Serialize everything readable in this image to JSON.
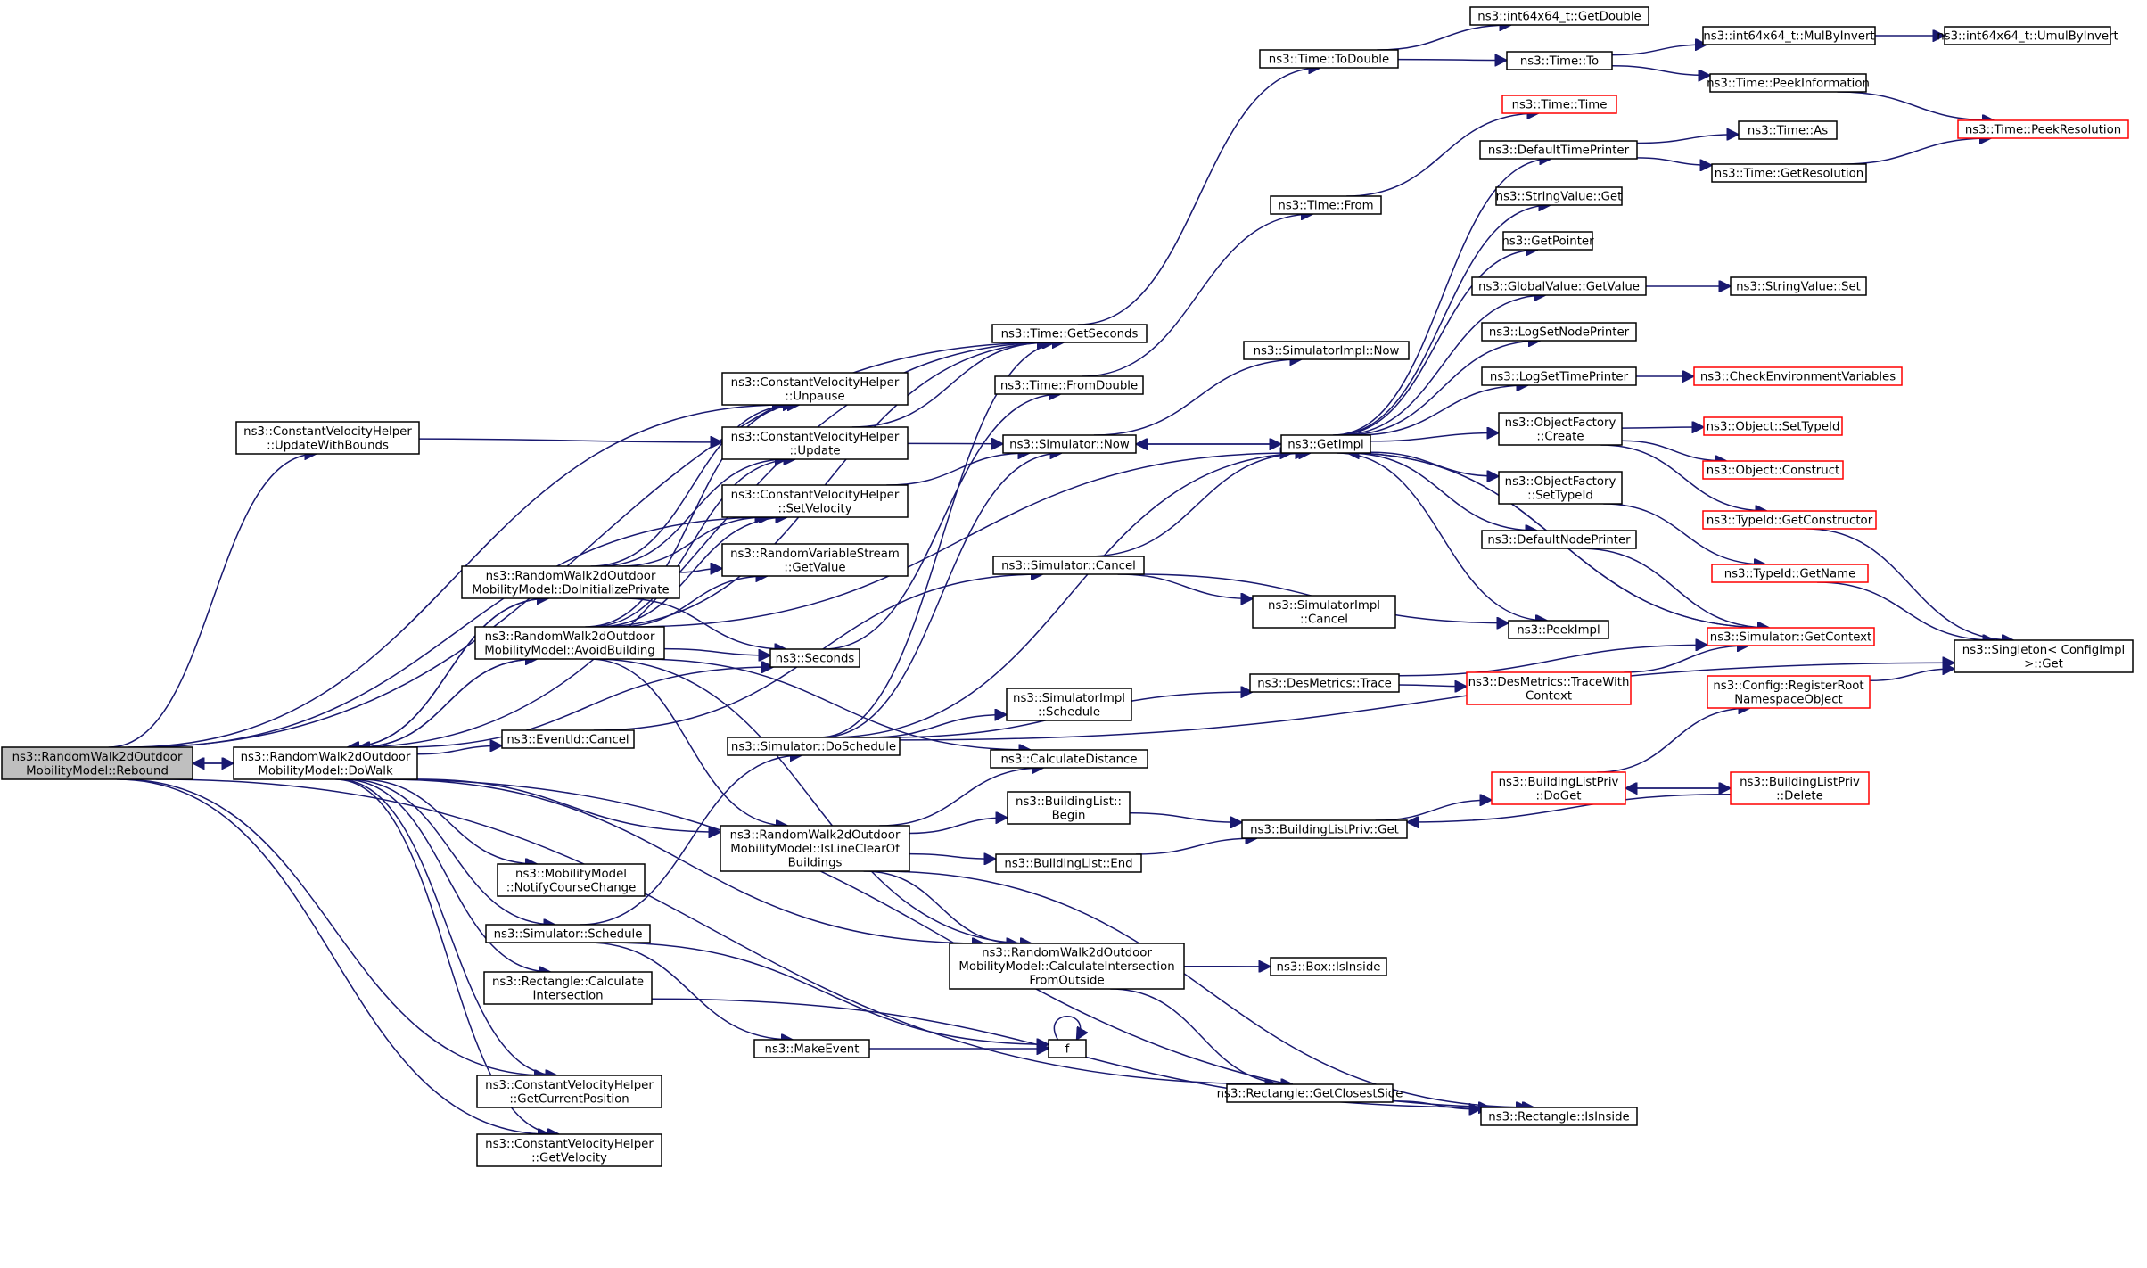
{
  "graph": {
    "title": "",
    "root": "rebound",
    "colors": {
      "edge": "#191970",
      "root_fill": "#bfbfbf",
      "truncated_border": "#ff0000",
      "node_border": "#000000"
    },
    "nodes": [
      {
        "id": "rebound",
        "lines": [
          "ns3::RandomWalk2dOutdoor",
          "MobilityModel::Rebound"
        ],
        "style": "root"
      },
      {
        "id": "dowalk",
        "lines": [
          "ns3::RandomWalk2dOutdoor",
          "MobilityModel::DoWalk"
        ]
      },
      {
        "id": "cvh_updatewithbounds",
        "lines": [
          "ns3::ConstantVelocityHelper",
          "::UpdateWithBounds"
        ]
      },
      {
        "id": "doinitialize",
        "lines": [
          "ns3::RandomWalk2dOutdoor",
          "MobilityModel::DoInitializePrivate"
        ]
      },
      {
        "id": "avoidbuilding",
        "lines": [
          "ns3::RandomWalk2dOutdoor",
          "MobilityModel::AvoidBuilding"
        ]
      },
      {
        "id": "mm_notify",
        "lines": [
          "ns3::MobilityModel",
          "::NotifyCourseChange"
        ]
      },
      {
        "id": "sim_schedule",
        "lines": [
          "ns3::Simulator::Schedule"
        ]
      },
      {
        "id": "rect_calcint",
        "lines": [
          "ns3::Rectangle::Calculate",
          "Intersection"
        ]
      },
      {
        "id": "cvh_getcurpos",
        "lines": [
          "ns3::ConstantVelocityHelper",
          "::GetCurrentPosition"
        ]
      },
      {
        "id": "cvh_getvel",
        "lines": [
          "ns3::ConstantVelocityHelper",
          "::GetVelocity"
        ]
      },
      {
        "id": "eventid_cancel",
        "lines": [
          "ns3::EventId::Cancel"
        ]
      },
      {
        "id": "time_getseconds",
        "lines": [
          "ns3::Time::GetSeconds"
        ]
      },
      {
        "id": "cvh_unpause",
        "lines": [
          "ns3::ConstantVelocityHelper",
          "::Unpause"
        ]
      },
      {
        "id": "cvh_update",
        "lines": [
          "ns3::ConstantVelocityHelper",
          "::Update"
        ]
      },
      {
        "id": "cvh_setvel",
        "lines": [
          "ns3::ConstantVelocityHelper",
          "::SetVelocity"
        ]
      },
      {
        "id": "rvs_getvalue",
        "lines": [
          "ns3::RandomVariableStream",
          "::GetValue"
        ]
      },
      {
        "id": "seconds",
        "lines": [
          "ns3::Seconds"
        ]
      },
      {
        "id": "sim_doschedule",
        "lines": [
          "ns3::Simulator::DoSchedule"
        ]
      },
      {
        "id": "calcdistance",
        "lines": [
          "ns3::CalculateDistance"
        ]
      },
      {
        "id": "islineclear",
        "lines": [
          "ns3::RandomWalk2dOutdoor",
          "MobilityModel::IsLineClearOf",
          "Buildings"
        ]
      },
      {
        "id": "calcintfromoutside",
        "lines": [
          "ns3::RandomWalk2dOutdoor",
          "MobilityModel::CalculateIntersection",
          "FromOutside"
        ]
      },
      {
        "id": "makeevent",
        "lines": [
          "ns3::MakeEvent"
        ]
      },
      {
        "id": "f",
        "lines": [
          "f"
        ]
      },
      {
        "id": "time_todouble",
        "lines": [
          "ns3::Time::ToDouble"
        ]
      },
      {
        "id": "time_fromdouble",
        "lines": [
          "ns3::Time::FromDouble"
        ]
      },
      {
        "id": "sim_now",
        "lines": [
          "ns3::Simulator::Now"
        ]
      },
      {
        "id": "sim_cancel",
        "lines": [
          "ns3::Simulator::Cancel"
        ]
      },
      {
        "id": "simimpl_schedule",
        "lines": [
          "ns3::SimulatorImpl",
          "::Schedule"
        ]
      },
      {
        "id": "bl_begin",
        "lines": [
          "ns3::BuildingList::",
          "Begin"
        ]
      },
      {
        "id": "bl_end",
        "lines": [
          "ns3::BuildingList::End"
        ]
      },
      {
        "id": "int64_getdouble",
        "lines": [
          "ns3::int64x64_t::GetDouble"
        ]
      },
      {
        "id": "time_to",
        "lines": [
          "ns3::Time::To"
        ]
      },
      {
        "id": "time_time",
        "lines": [
          "ns3::Time::Time"
        ],
        "style": "truncated"
      },
      {
        "id": "time_from",
        "lines": [
          "ns3::Time::From"
        ]
      },
      {
        "id": "simimpl_now",
        "lines": [
          "ns3::SimulatorImpl::Now"
        ]
      },
      {
        "id": "getimpl",
        "lines": [
          "ns3::GetImpl"
        ]
      },
      {
        "id": "simimpl_cancel",
        "lines": [
          "ns3::SimulatorImpl",
          "::Cancel"
        ]
      },
      {
        "id": "desmetrics_trace",
        "lines": [
          "ns3::DesMetrics::Trace"
        ]
      },
      {
        "id": "blpriv_get",
        "lines": [
          "ns3::BuildingListPriv::Get"
        ]
      },
      {
        "id": "box_isinside",
        "lines": [
          "ns3::Box::IsInside"
        ]
      },
      {
        "id": "rect_getclosest",
        "lines": [
          "ns3::Rectangle::GetClosestSide"
        ]
      },
      {
        "id": "rect_isinside",
        "lines": [
          "ns3::Rectangle::IsInside"
        ]
      },
      {
        "id": "int64_mulbyinvert",
        "lines": [
          "ns3::int64x64_t::MulByInvert"
        ]
      },
      {
        "id": "int64_umulbyinvert",
        "lines": [
          "ns3::int64x64_t::UmulByInvert"
        ]
      },
      {
        "id": "time_peekinfo",
        "lines": [
          "ns3::Time::PeekInformation"
        ]
      },
      {
        "id": "time_peekres",
        "lines": [
          "ns3::Time::PeekResolution"
        ],
        "style": "truncated"
      },
      {
        "id": "defaulttimeprinter",
        "lines": [
          "ns3::DefaultTimePrinter"
        ]
      },
      {
        "id": "time_as",
        "lines": [
          "ns3::Time::As"
        ]
      },
      {
        "id": "time_getres",
        "lines": [
          "ns3::Time::GetResolution"
        ]
      },
      {
        "id": "stringvalue_get",
        "lines": [
          "ns3::StringValue::Get"
        ]
      },
      {
        "id": "getpointer",
        "lines": [
          "ns3::GetPointer"
        ]
      },
      {
        "id": "globalvalue_getvalue",
        "lines": [
          "ns3::GlobalValue::GetValue"
        ]
      },
      {
        "id": "stringvalue_set",
        "lines": [
          "ns3::StringValue::Set"
        ]
      },
      {
        "id": "logsetnodeprinter",
        "lines": [
          "ns3::LogSetNodePrinter"
        ]
      },
      {
        "id": "logsettimeprinter",
        "lines": [
          "ns3::LogSetTimePrinter"
        ]
      },
      {
        "id": "checkenv",
        "lines": [
          "ns3::CheckEnvironmentVariables"
        ],
        "style": "truncated"
      },
      {
        "id": "objfactory_create",
        "lines": [
          "ns3::ObjectFactory",
          "::Create"
        ]
      },
      {
        "id": "object_settypeid",
        "lines": [
          "ns3::Object::SetTypeId"
        ],
        "style": "truncated"
      },
      {
        "id": "object_construct",
        "lines": [
          "ns3::Object::Construct"
        ],
        "style": "truncated"
      },
      {
        "id": "typeid_getconstructor",
        "lines": [
          "ns3::TypeId::GetConstructor"
        ],
        "style": "truncated"
      },
      {
        "id": "objfactory_settypeid",
        "lines": [
          "ns3::ObjectFactory",
          "::SetTypeId"
        ]
      },
      {
        "id": "typeid_getname",
        "lines": [
          "ns3::TypeId::GetName"
        ],
        "style": "truncated"
      },
      {
        "id": "defaultnodeprinter",
        "lines": [
          "ns3::DefaultNodePrinter"
        ]
      },
      {
        "id": "peekimpl",
        "lines": [
          "ns3::PeekImpl"
        ]
      },
      {
        "id": "sim_getcontext",
        "lines": [
          "ns3::Simulator::GetContext"
        ],
        "style": "truncated"
      },
      {
        "id": "singleton_get",
        "lines": [
          "ns3::Singleton< ConfigImpl",
          " >::Get"
        ]
      },
      {
        "id": "desmetrics_tracewith",
        "lines": [
          "ns3::DesMetrics::TraceWith",
          "Context"
        ],
        "style": "truncated"
      },
      {
        "id": "config_registerroot",
        "lines": [
          "ns3::Config::RegisterRoot",
          "NamespaceObject"
        ],
        "style": "truncated"
      },
      {
        "id": "blpriv_doget",
        "lines": [
          "ns3::BuildingListPriv",
          "::DoGet"
        ],
        "style": "truncated"
      },
      {
        "id": "blpriv_delete",
        "lines": [
          "ns3::BuildingListPriv",
          "::Delete"
        ],
        "style": "truncated"
      }
    ],
    "edges": [
      [
        "rebound",
        "dowalk"
      ],
      [
        "rebound",
        "cvh_updatewithbounds"
      ],
      [
        "rebound",
        "time_getseconds"
      ],
      [
        "rebound",
        "cvh_unpause"
      ],
      [
        "rebound",
        "cvh_setvel"
      ],
      [
        "rebound",
        "cvh_getcurpos"
      ],
      [
        "rebound",
        "cvh_getvel"
      ],
      [
        "rebound",
        "rect_getclosest"
      ],
      [
        "dowalk",
        "rebound"
      ],
      [
        "dowalk",
        "doinitialize"
      ],
      [
        "dowalk",
        "avoidbuilding"
      ],
      [
        "dowalk",
        "time_getseconds"
      ],
      [
        "dowalk",
        "seconds"
      ],
      [
        "dowalk",
        "eventid_cancel"
      ],
      [
        "dowalk",
        "islineclear"
      ],
      [
        "dowalk",
        "mm_notify"
      ],
      [
        "dowalk",
        "sim_schedule"
      ],
      [
        "dowalk",
        "rect_calcint"
      ],
      [
        "dowalk",
        "cvh_getcurpos"
      ],
      [
        "dowalk",
        "cvh_getvel"
      ],
      [
        "dowalk",
        "calcintfromoutside"
      ],
      [
        "dowalk",
        "rect_isinside"
      ],
      [
        "cvh_updatewithbounds",
        "cvh_update"
      ],
      [
        "doinitialize",
        "dowalk"
      ],
      [
        "doinitialize",
        "cvh_unpause"
      ],
      [
        "doinitialize",
        "cvh_update"
      ],
      [
        "doinitialize",
        "cvh_setvel"
      ],
      [
        "doinitialize",
        "rvs_getvalue"
      ],
      [
        "doinitialize",
        "seconds"
      ],
      [
        "avoidbuilding",
        "dowalk"
      ],
      [
        "avoidbuilding",
        "time_getseconds"
      ],
      [
        "avoidbuilding",
        "cvh_unpause"
      ],
      [
        "avoidbuilding",
        "cvh_update"
      ],
      [
        "avoidbuilding",
        "cvh_setvel"
      ],
      [
        "avoidbuilding",
        "rvs_getvalue"
      ],
      [
        "avoidbuilding",
        "seconds"
      ],
      [
        "avoidbuilding",
        "calcdistance"
      ],
      [
        "avoidbuilding",
        "islineclear"
      ],
      [
        "avoidbuilding",
        "calcintfromoutside"
      ],
      [
        "avoidbuilding",
        "getimpl"
      ],
      [
        "sim_schedule",
        "sim_doschedule"
      ],
      [
        "sim_schedule",
        "makeevent"
      ],
      [
        "sim_schedule",
        "f"
      ],
      [
        "rect_calcint",
        "rect_isinside"
      ],
      [
        "eventid_cancel",
        "sim_cancel"
      ],
      [
        "time_getseconds",
        "time_todouble"
      ],
      [
        "cvh_update",
        "time_getseconds"
      ],
      [
        "cvh_update",
        "sim_now"
      ],
      [
        "cvh_setvel",
        "sim_now"
      ],
      [
        "seconds",
        "time_fromdouble"
      ],
      [
        "sim_doschedule",
        "time_getseconds"
      ],
      [
        "sim_doschedule",
        "sim_now"
      ],
      [
        "sim_doschedule",
        "simimpl_schedule"
      ],
      [
        "sim_doschedule",
        "getimpl"
      ],
      [
        "sim_doschedule",
        "desmetrics_trace"
      ],
      [
        "sim_doschedule",
        "singleton_get"
      ],
      [
        "islineclear",
        "calcdistance"
      ],
      [
        "islineclear",
        "bl_begin"
      ],
      [
        "islineclear",
        "bl_end"
      ],
      [
        "islineclear",
        "calcintfromoutside"
      ],
      [
        "islineclear",
        "rect_isinside"
      ],
      [
        "calcintfromoutside",
        "box_isinside"
      ],
      [
        "calcintfromoutside",
        "rect_getclosest"
      ],
      [
        "makeevent",
        "f"
      ],
      [
        "f",
        "f"
      ],
      [
        "time_todouble",
        "int64_getdouble"
      ],
      [
        "time_todouble",
        "time_to"
      ],
      [
        "time_fromdouble",
        "time_from"
      ],
      [
        "time_from",
        "time_time"
      ],
      [
        "sim_now",
        "simimpl_now"
      ],
      [
        "sim_now",
        "getimpl"
      ],
      [
        "sim_cancel",
        "simimpl_cancel"
      ],
      [
        "sim_cancel",
        "getimpl"
      ],
      [
        "sim_cancel",
        "peekimpl"
      ],
      [
        "bl_begin",
        "blpriv_get"
      ],
      [
        "bl_end",
        "blpriv_get"
      ],
      [
        "time_to",
        "int64_mulbyinvert"
      ],
      [
        "time_to",
        "time_peekinfo"
      ],
      [
        "getimpl",
        "defaulttimeprinter"
      ],
      [
        "getimpl",
        "stringvalue_get"
      ],
      [
        "getimpl",
        "getpointer"
      ],
      [
        "getimpl",
        "globalvalue_getvalue"
      ],
      [
        "getimpl",
        "logsetnodeprinter"
      ],
      [
        "getimpl",
        "logsettimeprinter"
      ],
      [
        "getimpl",
        "objfactory_create"
      ],
      [
        "getimpl",
        "objfactory_settypeid"
      ],
      [
        "getimpl",
        "defaultnodeprinter"
      ],
      [
        "getimpl",
        "peekimpl"
      ],
      [
        "getimpl",
        "sim_getcontext"
      ],
      [
        "getimpl",
        "sim_now"
      ],
      [
        "desmetrics_trace",
        "desmetrics_tracewith"
      ],
      [
        "desmetrics_trace",
        "sim_getcontext"
      ],
      [
        "blpriv_get",
        "blpriv_doget"
      ],
      [
        "rect_getclosest",
        "rect_isinside"
      ],
      [
        "int64_mulbyinvert",
        "int64_umulbyinvert"
      ],
      [
        "time_peekinfo",
        "time_peekres"
      ],
      [
        "defaulttimeprinter",
        "time_as"
      ],
      [
        "defaulttimeprinter",
        "time_getres"
      ],
      [
        "time_getres",
        "time_peekres"
      ],
      [
        "globalvalue_getvalue",
        "stringvalue_set"
      ],
      [
        "logsettimeprinter",
        "checkenv"
      ],
      [
        "objfactory_create",
        "object_settypeid"
      ],
      [
        "objfactory_create",
        "object_construct"
      ],
      [
        "objfactory_create",
        "typeid_getconstructor"
      ],
      [
        "objfactory_settypeid",
        "typeid_getname"
      ],
      [
        "defaultnodeprinter",
        "sim_getcontext"
      ],
      [
        "sim_getcontext",
        "getimpl"
      ],
      [
        "desmetrics_tracewith",
        "sim_getcontext"
      ],
      [
        "typeid_getconstructor",
        "singleton_get"
      ],
      [
        "typeid_getname",
        "singleton_get"
      ],
      [
        "config_registerroot",
        "singleton_get"
      ],
      [
        "blpriv_doget",
        "config_registerroot"
      ],
      [
        "blpriv_doget",
        "blpriv_delete"
      ],
      [
        "blpriv_delete",
        "blpriv_doget"
      ],
      [
        "blpriv_delete",
        "blpriv_get"
      ]
    ]
  }
}
